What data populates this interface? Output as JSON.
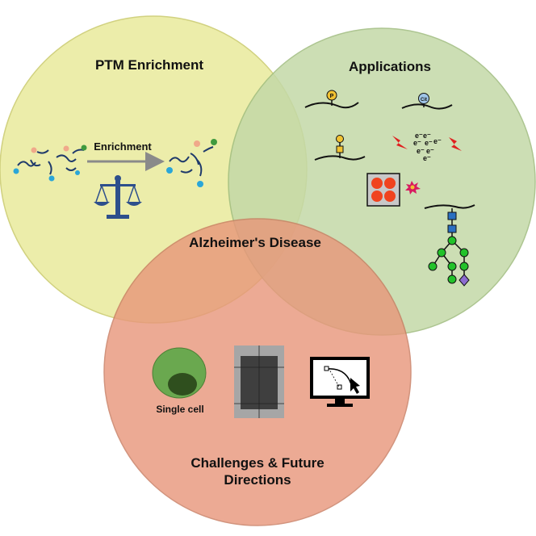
{
  "diagram": {
    "circles": {
      "ptm": {
        "label": "PTM Enrichment",
        "fill": "#e9ea9c",
        "stroke": "#c9ca6a"
      },
      "applications": {
        "label": "Applications",
        "fill": "#c4d9a7",
        "stroke": "#9fbc7e"
      },
      "challenges": {
        "label_line1": "Challenges & Future",
        "label_line2": "Directions",
        "fill": "#e8967a",
        "stroke": "#c77a5e"
      }
    },
    "center_label": "Alzheimer's Disease",
    "ptm_panel": {
      "arrow_label": "Enrichment",
      "icons": [
        "peptide-mixture-icon",
        "balance-scale-icon",
        "enriched-peptides-icon"
      ]
    },
    "applications_panel": {
      "phospho_label": "P",
      "citrullination_label": "Cit",
      "electron_label": "e⁻",
      "icons": [
        "phosphorylation-icon",
        "citrullination-icon",
        "o-glycosylation-icon",
        "electron-dissociation-icon",
        "imaging-slide-icon",
        "burst-icon",
        "n-glycan-tree-icon"
      ]
    },
    "challenges_panel": {
      "single_cell_label": "Single cell",
      "icons": [
        "single-cell-icon",
        "tissue-section-icon",
        "computer-monitor-icon"
      ]
    },
    "colors": {
      "blue_chain": "#1f3a6b",
      "scale_blue": "#2d4f8c",
      "glycan_green": "#22c22a",
      "glycan_square": "#2a6fc1",
      "glycan_diamond": "#8c6cd0",
      "lightning_red": "#e0201f",
      "dot_red": "#f0431f",
      "cell_outer": "#6aa84f",
      "cell_inner": "#2f4f1e"
    }
  }
}
